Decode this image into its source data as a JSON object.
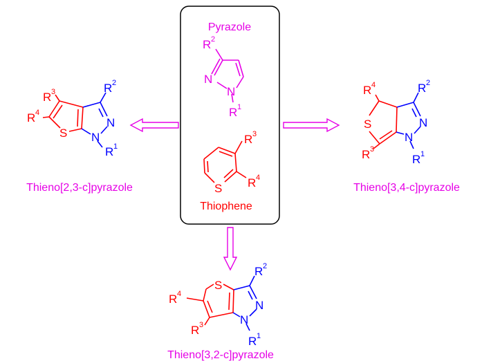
{
  "reagents": {
    "top": "Pyrazole",
    "bottom": "Thiophene"
  },
  "products": {
    "left": "Thieno[2,3-c]pyrazole",
    "right": "Thieno[3,4-c]pyrazole",
    "bottom": "Thieno[3,2-c]pyrazole"
  },
  "atoms": {
    "N": "N",
    "S": "S",
    "R": "R"
  },
  "substituents": {
    "one": "1",
    "two": "2",
    "three": "3",
    "four": "4"
  },
  "colors": {
    "pyrazole": "#e600e6",
    "thiophene": "#ff0000",
    "pyrazole_ring_in_products": "#0000ff",
    "arrow": "#e600e6",
    "box": "#000000"
  }
}
